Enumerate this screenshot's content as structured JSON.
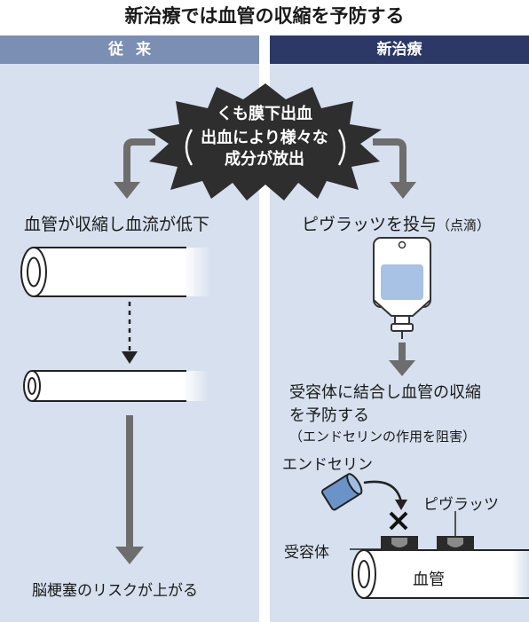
{
  "title": "新治療では血管の収縮を予防する",
  "left": {
    "header": "従来",
    "step1": "血管が収縮し血流が低下",
    "result": "脳梗塞のリスクが上がる"
  },
  "right": {
    "header": "新治療",
    "step1_main": "ピヴラッツを投与",
    "step1_note": "（点滴）",
    "step2_line1": "受容体に結合し血管の収縮",
    "step2_line2": "を予防する",
    "step2_note": "（エンドセリンの作用を阻害）",
    "endothelin_label": "エンドセリン",
    "pivlaz_label": "ピヴラッツ",
    "receptor_label": "受容体",
    "vessel_label": "血管"
  },
  "burst": {
    "line1": "くも膜下出血",
    "line2": "出血により様々な",
    "line3": "成分が放出"
  },
  "colors": {
    "panel_bg": "#d7e0ee",
    "left_header": "#7b8fb4",
    "right_header": "#2b3868",
    "arrow": "#6d6d6d",
    "burst": "#2e2e2e",
    "endothelin": "#6a93c8"
  }
}
